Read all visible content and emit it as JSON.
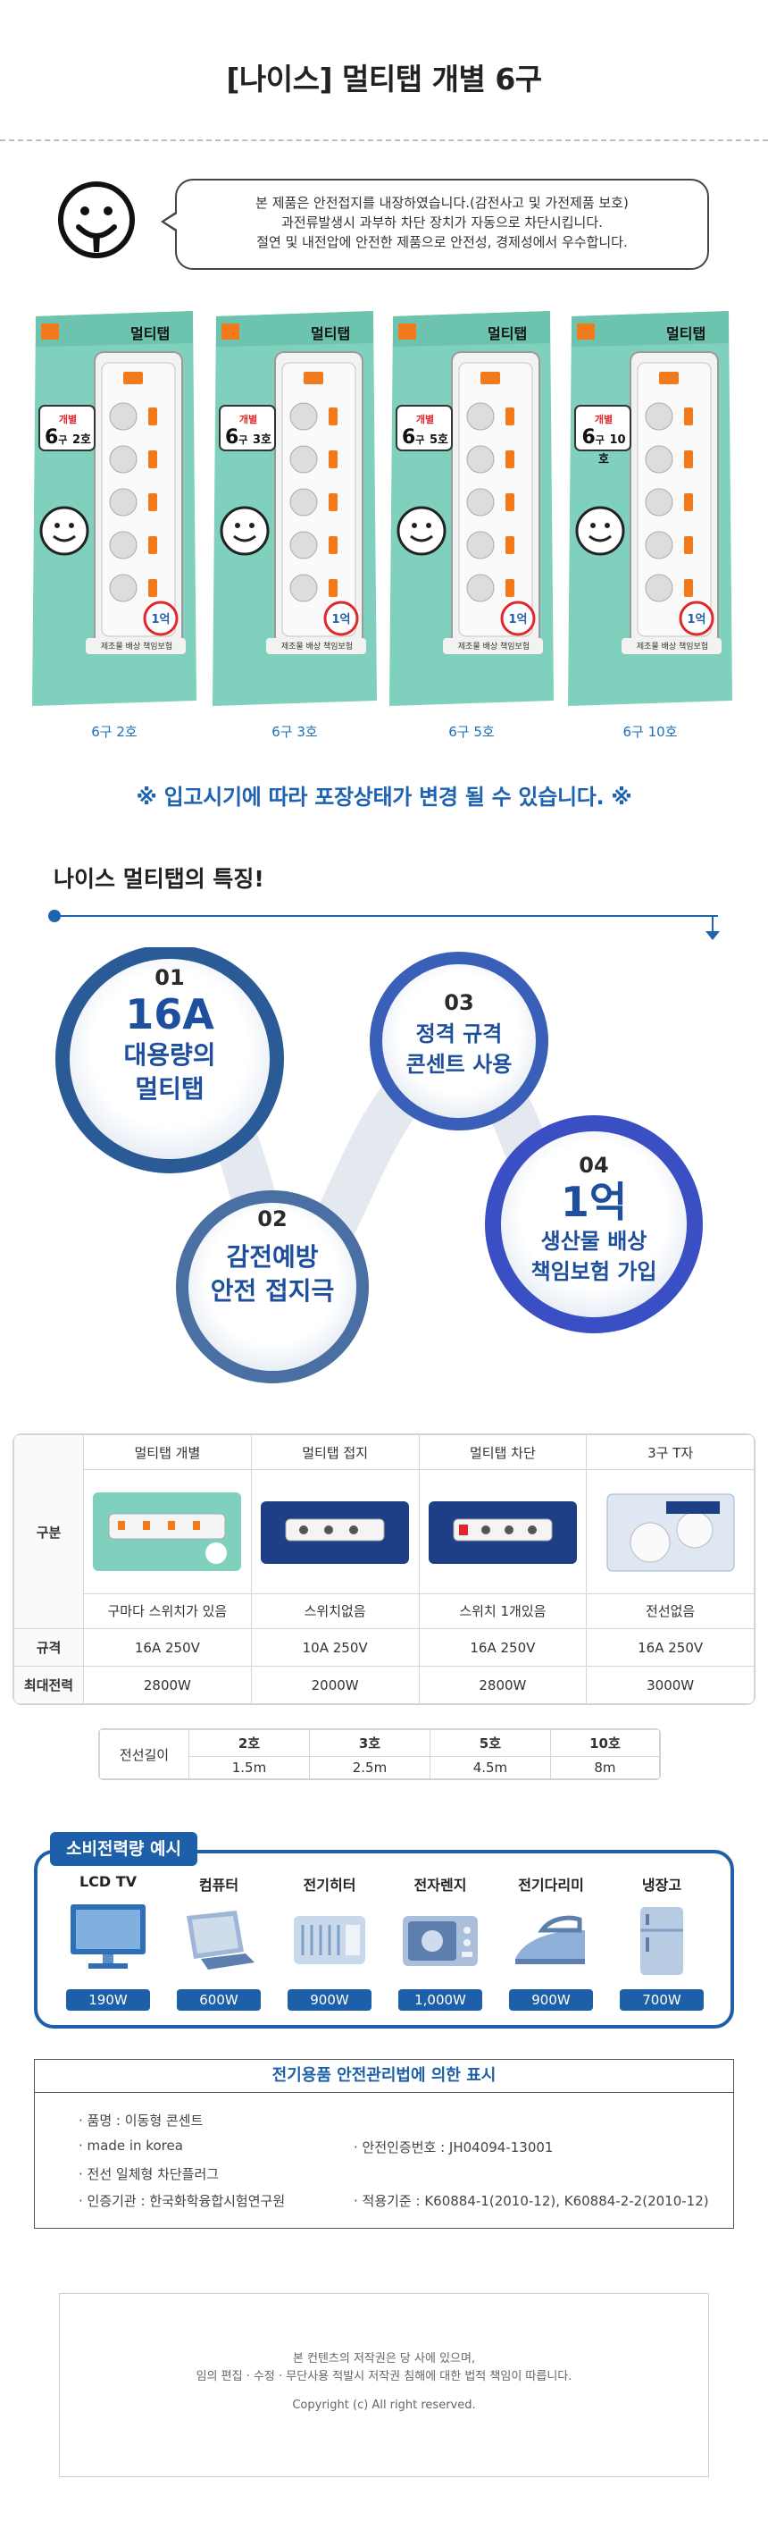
{
  "header": {
    "title": "[나이스] 멀티탭 개별 6구"
  },
  "notice": {
    "line1": "본 제품은 안전접지를 내장하였습니다.(감전사고 및 가전제품 보호)",
    "line2": "과전류발생시 과부하 차단 장치가 자동으로 차단시킵니다.",
    "line3": "절연 및 내전압에 안전한 제품으로 안전성, 경제성에서 우수합니다."
  },
  "packages": [
    {
      "label": "6구 2호",
      "badge_top": "6",
      "badge_sub": "구",
      "badge_size": "2호",
      "badge_kind": "개별"
    },
    {
      "label": "6구 3호",
      "badge_top": "6",
      "badge_sub": "구",
      "badge_size": "3호",
      "badge_kind": "개별"
    },
    {
      "label": "6구 5호",
      "badge_top": "6",
      "badge_sub": "구",
      "badge_size": "5호",
      "badge_kind": "개별"
    },
    {
      "label": "6구 10호",
      "badge_top": "6",
      "badge_sub": "구",
      "badge_size": "10호",
      "badge_kind": "개별"
    }
  ],
  "package_text": {
    "brand": "멀티탭",
    "seal": "1억",
    "insurance": "제조물 배상 책임보험"
  },
  "caution": "※ 입고시기에 따라 포장상태가 변경 될 수 있습니다. ※",
  "features": {
    "title": "나이스 멀티탭의 특징!",
    "items": [
      {
        "num": "01",
        "big": "16A",
        "line1": "대용량의",
        "line2": "멀티탭"
      },
      {
        "num": "02",
        "line1": "감전예방",
        "line2": "안전 접지극"
      },
      {
        "num": "03",
        "line1": "정격 규격",
        "line2": "콘센트 사용"
      },
      {
        "num": "04",
        "big": "1억",
        "line1": "생산물 배상",
        "line2": "책임보험 가입"
      }
    ]
  },
  "compare": {
    "row_label": "구분",
    "columns": [
      "멀티탭 개별",
      "멀티탭 접지",
      "멀티탭 차단",
      "3구 T자"
    ],
    "notes": [
      "구마다 스위치가 있음",
      "스위치없음",
      "스위치 1개있음",
      "전선없음"
    ],
    "spec_label": "규격",
    "specs": [
      "16A 250V",
      "10A 250V",
      "16A 250V",
      "16A 250V"
    ],
    "power_label": "최대전력",
    "powers": [
      "2800W",
      "2000W",
      "2800W",
      "3000W"
    ]
  },
  "cable": {
    "label": "전선길이",
    "sizes": [
      "2호",
      "3호",
      "5호",
      "10호"
    ],
    "lengths": [
      "1.5m",
      "2.5m",
      "4.5m",
      "8m"
    ]
  },
  "power": {
    "title": "소비전력량 예시",
    "items": [
      {
        "name": "LCD TV",
        "watt": "190W",
        "icon": "tv-icon"
      },
      {
        "name": "컴퓨터",
        "watt": "600W",
        "icon": "computer-icon"
      },
      {
        "name": "전기히터",
        "watt": "900W",
        "icon": "heater-icon"
      },
      {
        "name": "전자렌지",
        "watt": "1,000W",
        "icon": "microwave-icon"
      },
      {
        "name": "전기다리미",
        "watt": "900W",
        "icon": "iron-icon"
      },
      {
        "name": "냉장고",
        "watt": "700W",
        "icon": "fridge-icon"
      }
    ]
  },
  "safety": {
    "title": "전기용품 안전관리법에 의한 표시",
    "product": "· 품명 : 이동형 콘센트",
    "origin": "· made in korea",
    "type": "· 전선 일체형 차단플러그",
    "agency": "· 인증기관 : 한국화학융합시험연구원",
    "cert": "· 안전인증번호 : JH04094-13001",
    "standard": "· 적용기준 : K60884-1(2010-12), K60884-2-2(2010-12)"
  },
  "copyright": {
    "line1": "본 컨텐츠의 저작권은 당 사에 있으며,",
    "line2": "임의 편집 · 수정 · 무단사용 적발시 저작권 침해에 대한 법적 책임이 따릅니다.",
    "line3": "Copyright (c) All right reserved."
  },
  "colors": {
    "accent": "#1d5fa8",
    "mint": "#7fd0bd",
    "orange": "#f07a1c"
  }
}
